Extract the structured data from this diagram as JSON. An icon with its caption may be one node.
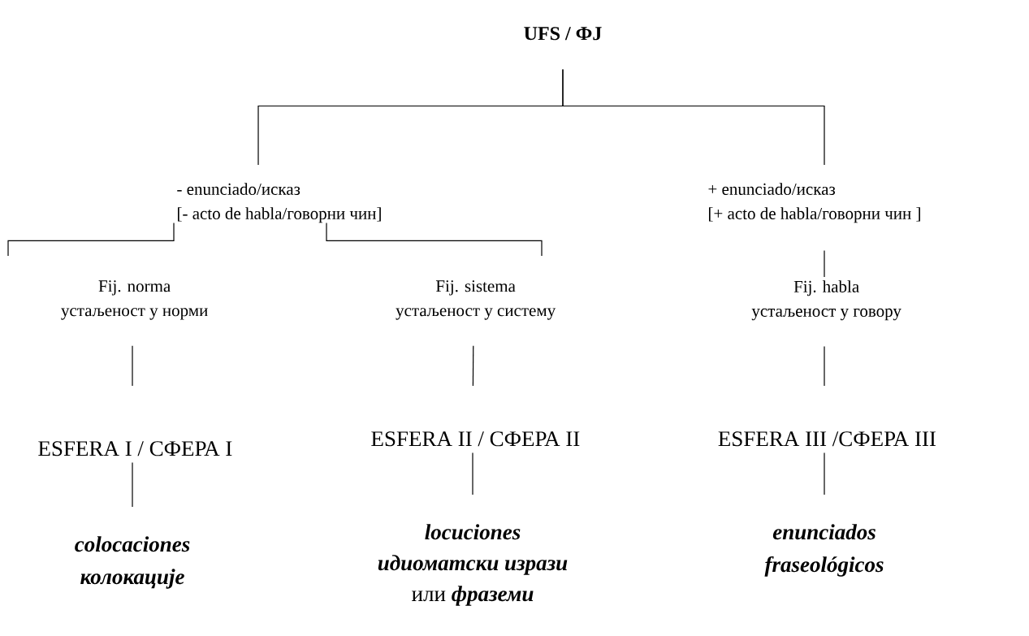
{
  "diagram": {
    "nodes": [
      {
        "text": [
          "UFS / ФJ"
        ]
      },
      {
        "text": [
          "- enunciado/исказ",
          "[- acto de habla/говорни чин]"
        ]
      },
      {
        "text": [
          "+ enunciado/исказ",
          "[+ acto de habla/говорни чин ]"
        ]
      },
      {
        "text": [
          "Fij. norma",
          "устаљеност у норми"
        ]
      },
      {
        "text": [
          "Fij. sistema",
          "устаљеност у систему"
        ]
      },
      {
        "text": [
          "Fij. habla",
          "устаљеност у говору"
        ]
      },
      {
        "text": [
          "ESFERA I / СФЕРА I"
        ]
      },
      {
        "text": [
          "ESFERA II / СФЕРА II"
        ]
      },
      {
        "text": [
          "ESFERA III /СФЕРА III"
        ]
      },
      {
        "text": [
          "colocaciones",
          "колокације"
        ]
      },
      {
        "text": [
          "locuciones",
          "идиоматски изрази",
          "или **фраземи**"
        ]
      },
      {
        "text": [
          "enunciados",
          "fraseológicos"
        ]
      }
    ],
    "edges": [
      {
        "from": 0,
        "to": 1,
        "arrow": "none"
      },
      {
        "from": 0,
        "to": 2,
        "arrow": "none"
      },
      {
        "from": 1,
        "to": 3,
        "arrow": "none"
      },
      {
        "from": 1,
        "to": 4,
        "arrow": "none"
      },
      {
        "from": 2,
        "to": 5,
        "arrow": "none"
      },
      {
        "from": 3,
        "to": 6,
        "arrow": "none"
      },
      {
        "from": 4,
        "to": 7,
        "arrow": "none"
      },
      {
        "from": 5,
        "to": 8,
        "arrow": "none"
      },
      {
        "from": 6,
        "to": 9,
        "arrow": "none"
      },
      {
        "from": 7,
        "to": 10,
        "arrow": "none"
      },
      {
        "from": 8,
        "to": 11,
        "arrow": "none"
      }
    ]
  }
}
